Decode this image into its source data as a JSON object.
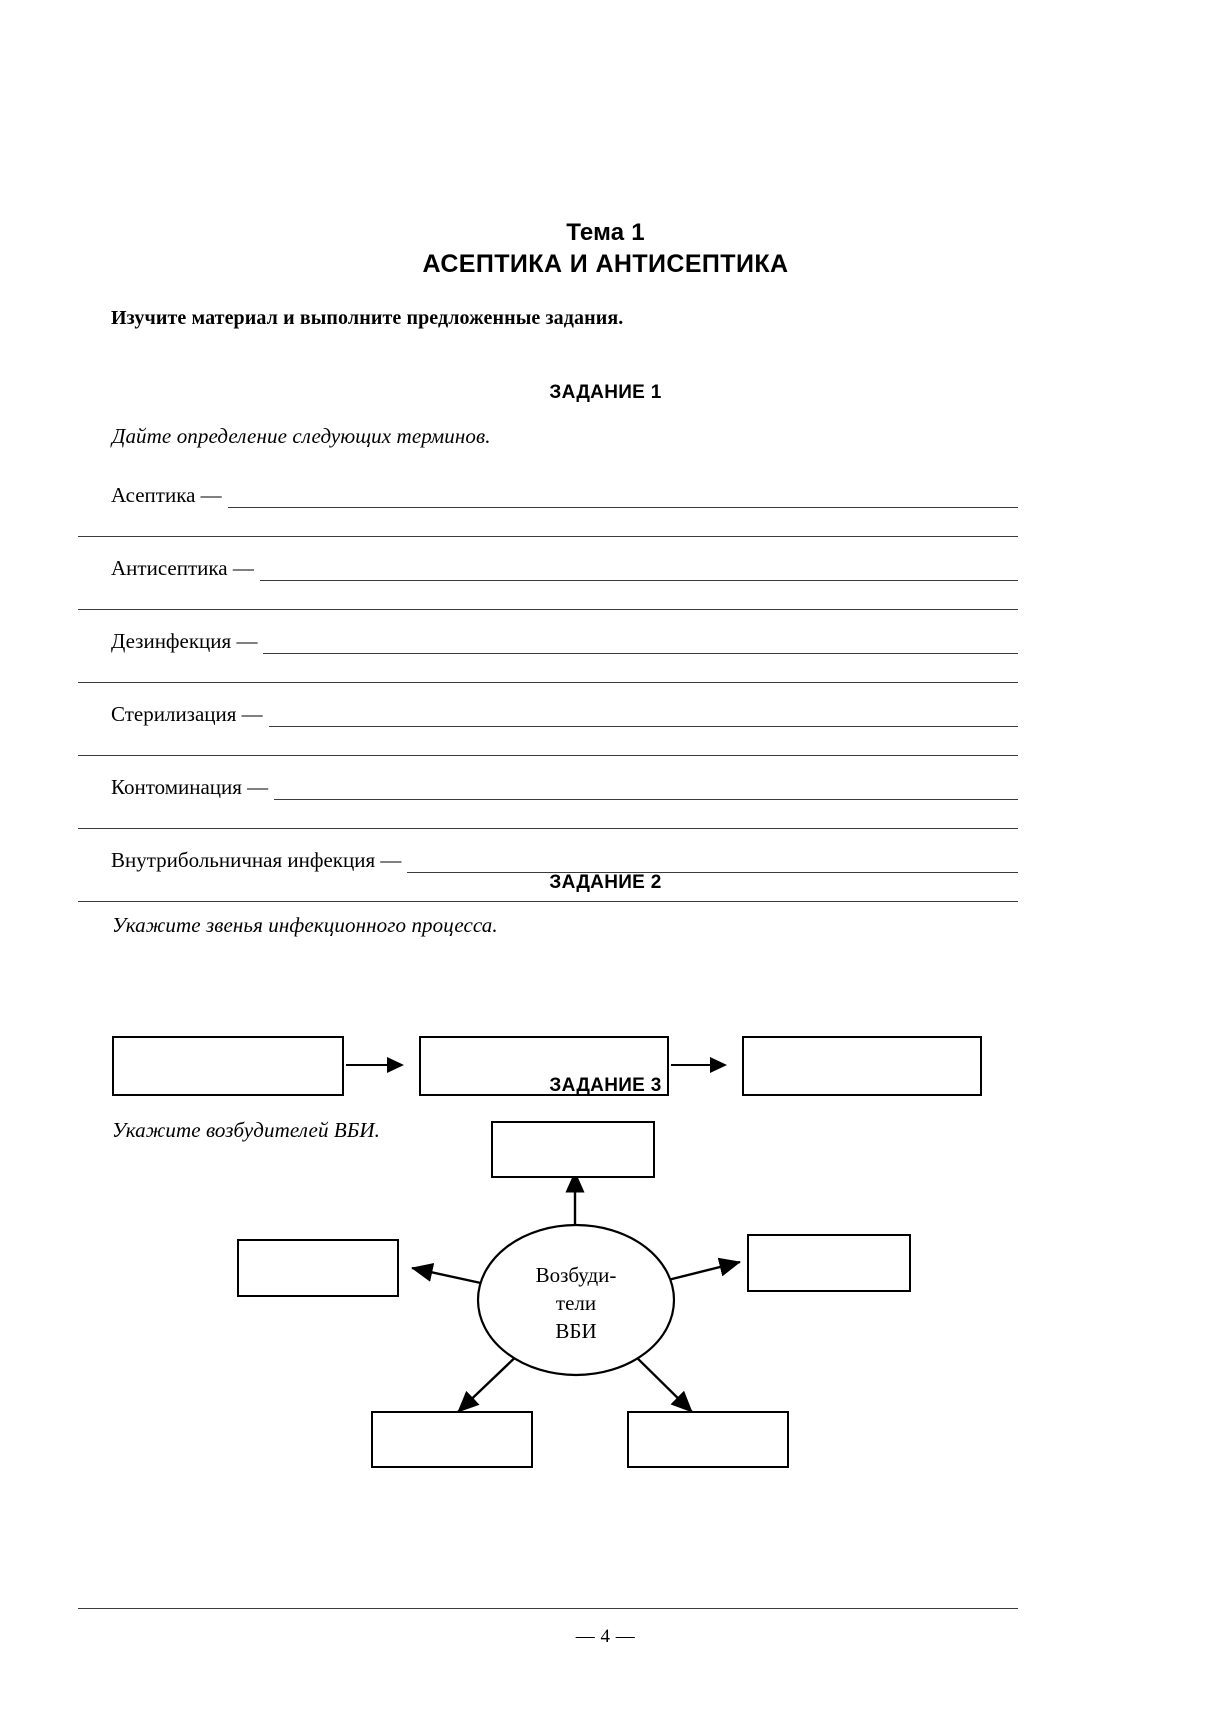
{
  "header": {
    "topic_label": "Тема 1",
    "topic_title": "АСЕПТИКА И АНТИСЕПТИКА",
    "instruction": "Изучите материал и выполните предложенные задания."
  },
  "task1": {
    "heading": "ЗАДАНИЕ 1",
    "prompt": "Дайте определение следующих терминов.",
    "terms": [
      {
        "label": "Асептика —"
      },
      {
        "label": "Антисептика —"
      },
      {
        "label": "Дезинфекция —"
      },
      {
        "label": "Стерилизация —"
      },
      {
        "label": "Контоминация —"
      },
      {
        "label": "Внутрибольничная инфекция —"
      }
    ]
  },
  "task2": {
    "heading": "ЗАДАНИЕ 2",
    "prompt": "Укажите звенья инфекционного процесса.",
    "boxes": [
      {
        "text": ""
      },
      {
        "text": ""
      },
      {
        "text": ""
      }
    ],
    "arrows": 2
  },
  "task3": {
    "heading": "ЗАДАНИЕ 3",
    "prompt": "Укажите возбудителей ВБИ.",
    "center": {
      "line1": "Возбуди-",
      "line2": "тели",
      "line3": "ВБИ"
    },
    "boxes": [
      {
        "position": "top",
        "text": ""
      },
      {
        "position": "left",
        "text": ""
      },
      {
        "position": "right",
        "text": ""
      },
      {
        "position": "bottom-left",
        "text": ""
      },
      {
        "position": "bottom-right",
        "text": ""
      }
    ]
  },
  "footer": {
    "page_number": "— 4 —"
  },
  "colors": {
    "ink": "#000000",
    "rule": "#3b3b3b",
    "paper": "#ffffff"
  }
}
